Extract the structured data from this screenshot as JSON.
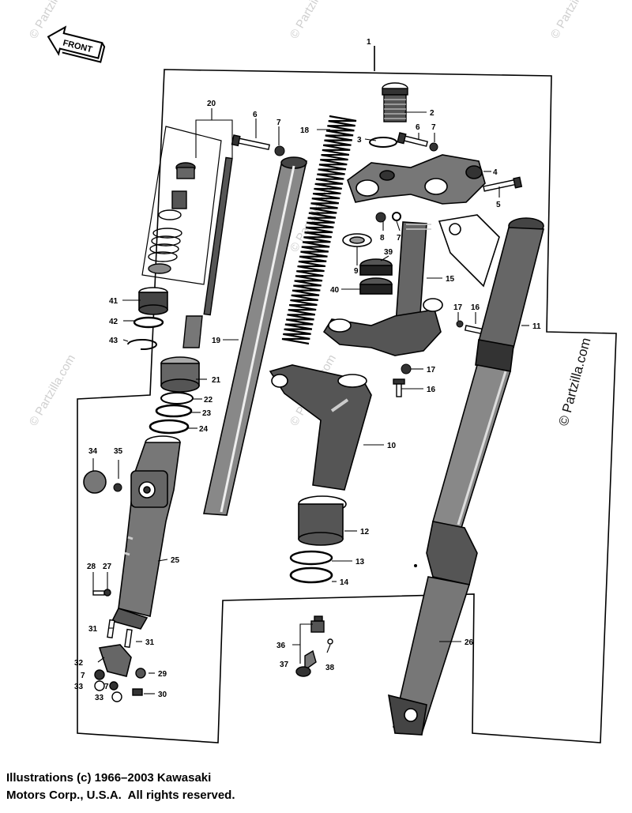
{
  "front_arrow_label": "FRONT",
  "watermarks": [
    "© Partzilla.com",
    "© Partzilla.com",
    "© Partzilla.com",
    "© Partzilla.com",
    "© Partzilla.com",
    "© Partzilla.com"
  ],
  "edge_watermark": "© Partzilla.com",
  "callouts": [
    "1",
    "20",
    "6",
    "7",
    "18",
    "2",
    "3",
    "6",
    "7",
    "4",
    "5",
    "8",
    "7",
    "9",
    "39",
    "40",
    "15",
    "41",
    "42",
    "43",
    "19",
    "17",
    "16",
    "11",
    "21",
    "22",
    "23",
    "24",
    "17",
    "16",
    "34",
    "35",
    "10",
    "25",
    "12",
    "13",
    "14",
    "28",
    "27",
    "26",
    "31",
    "31",
    "36",
    "32",
    "38",
    "37",
    "7",
    "29",
    "33",
    "7",
    "33",
    "30"
  ],
  "copyright": {
    "line1": "Illustrations (c) 1966–2003 Kawasaki",
    "line2": "Motors Corp., U.S.A.  All rights reserved."
  }
}
